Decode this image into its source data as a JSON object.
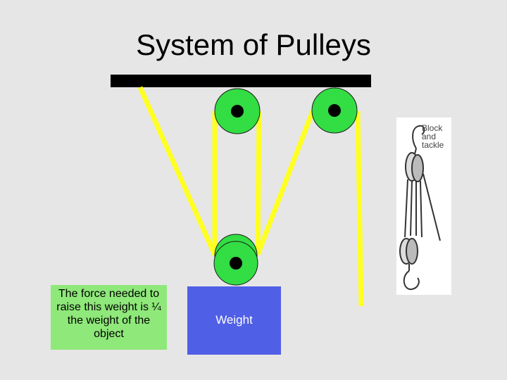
{
  "title": "System of Pulleys",
  "note": "The force needed to raise this weight is ¼ the weight of the object",
  "weight_label": "Weight",
  "illustration": {
    "label_line1": "Block",
    "label_line2": "and",
    "label_line3": "tackle"
  },
  "colors": {
    "background": "#e6e6e6",
    "beam": "#000000",
    "rope": "#ffff22",
    "pulley": "#33dd44",
    "weight": "#4f5fe6",
    "note": "#8fe87a"
  },
  "icons": [
    "pulley-wheel-icon",
    "block-and-tackle-illustration"
  ]
}
